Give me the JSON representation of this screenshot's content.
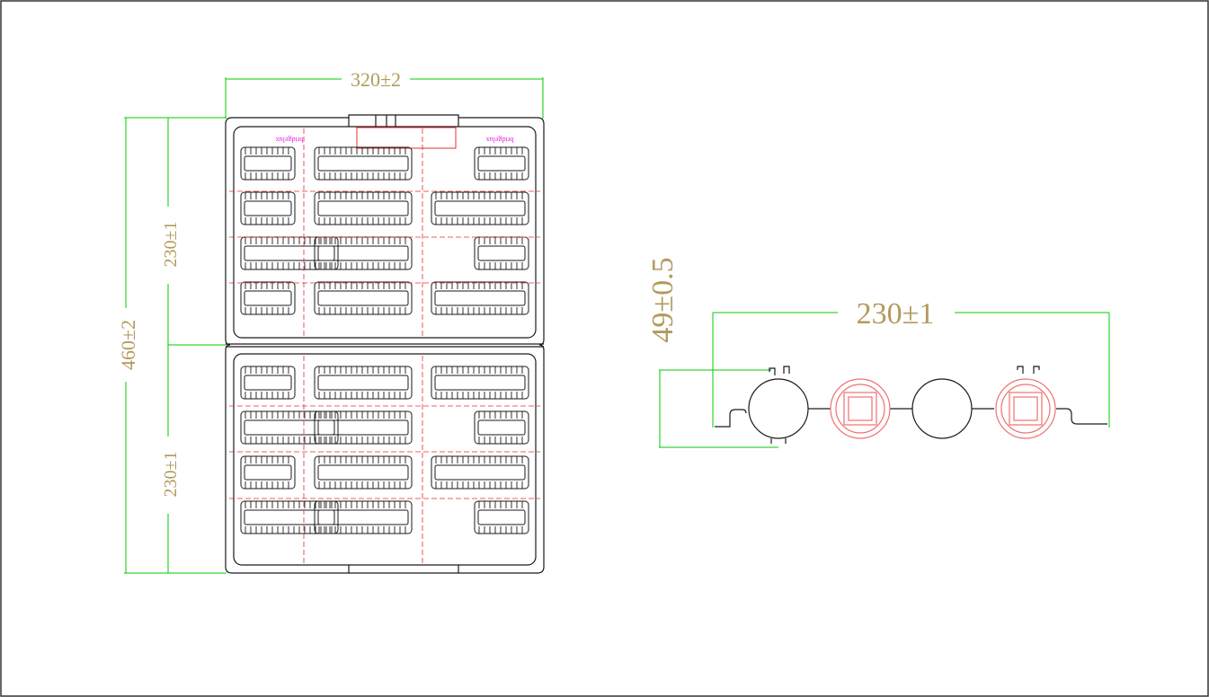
{
  "drawing": {
    "tray_view": {
      "overall_width": "320±2",
      "overall_height": "460±2",
      "upper_half_height": "230±1",
      "lower_half_height": "230±1",
      "panel_text_left": "bridgelux",
      "panel_text_right": "bridgelux",
      "upper_panel": {
        "rows": [
          [
            "slot-small",
            "slot-medium",
            "slot-small"
          ],
          [
            "slot-small",
            "slot-medium",
            "slot-medium"
          ],
          [
            "slot-medium",
            "slot-medium",
            "slot-small"
          ],
          [
            "slot-small",
            "slot-medium",
            "slot-medium"
          ]
        ]
      },
      "lower_panel": {
        "rows": [
          [
            "slot-small",
            "slot-medium",
            "slot-medium"
          ],
          [
            "slot-medium",
            "slot-medium",
            "slot-small"
          ],
          [
            "slot-small",
            "slot-medium",
            "slot-medium"
          ],
          [
            "slot-medium",
            "slot-medium",
            "slot-small"
          ]
        ]
      }
    },
    "section_view": {
      "length": "230±1",
      "height": "49±0.5"
    },
    "colors": {
      "dimension": "#b39a5c",
      "extension_line": "#00cc00",
      "outline": "#1a1a1a",
      "center_line": "#e03030",
      "marking": "#e020e0",
      "pcb": "#f07070"
    }
  }
}
